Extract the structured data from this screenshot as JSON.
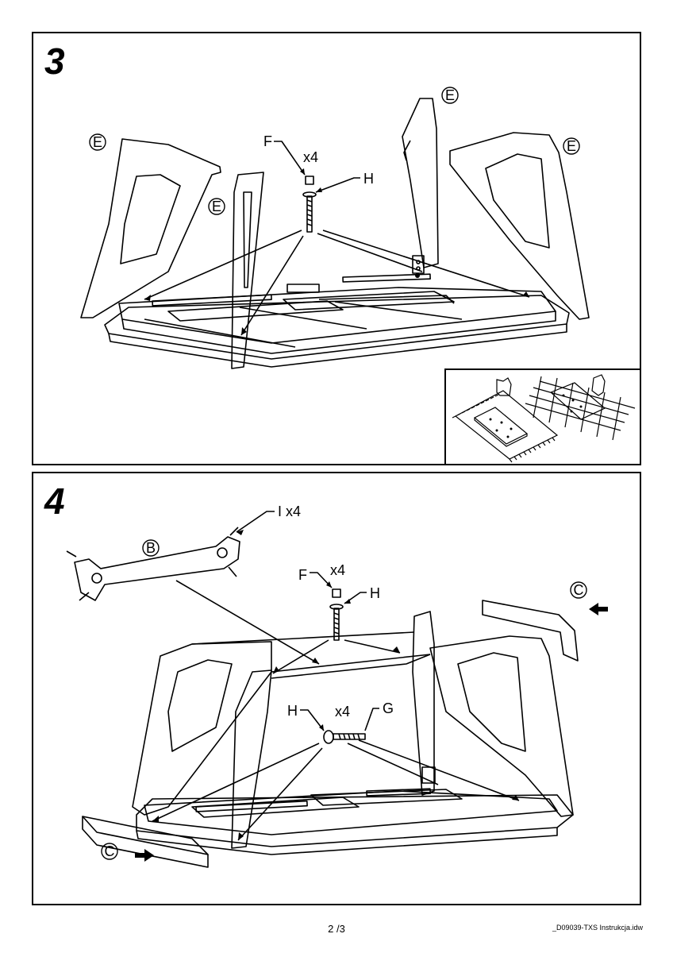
{
  "step3": {
    "number": "3",
    "labels": {
      "e1": "E",
      "e2": "E",
      "e3": "E",
      "e4": "E",
      "f": "F",
      "qty": "x4",
      "h": "H"
    }
  },
  "step4": {
    "number": "4",
    "labels": {
      "i": "I x4",
      "b": "B",
      "f": "F",
      "qty_top": "x4",
      "h_top": "H",
      "h_mid": "H",
      "qty_mid": "x4",
      "g": "G",
      "c_right": "C",
      "c_left": "C"
    }
  },
  "footer": {
    "page": "2 /3",
    "file": "_D09039-TXS Instrukcja.idw"
  }
}
